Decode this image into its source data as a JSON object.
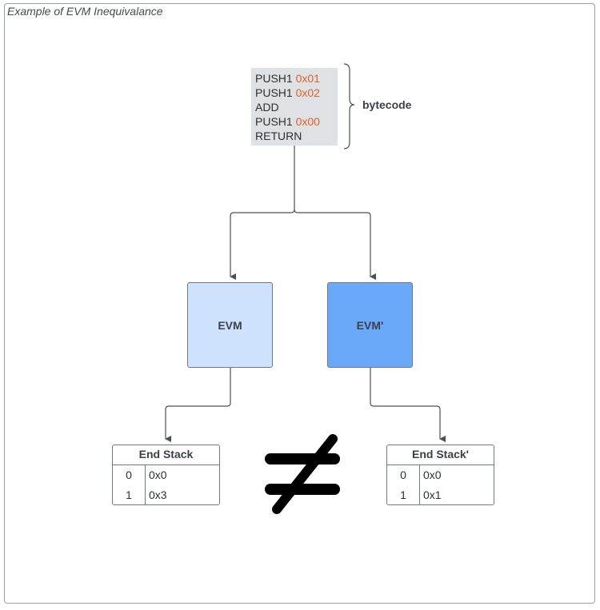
{
  "title": "Example of EVM Inequivalance",
  "bytecode": {
    "label": "bytecode",
    "lines": [
      {
        "op": "PUSH1",
        "arg": "0x01"
      },
      {
        "op": "PUSH1",
        "arg": "0x02"
      },
      {
        "op": "ADD",
        "arg": ""
      },
      {
        "op": "PUSH1",
        "arg": "0x00"
      },
      {
        "op": "RETURN",
        "arg": ""
      }
    ]
  },
  "evm_left": {
    "label": "EVM"
  },
  "evm_right": {
    "label": "EVM'"
  },
  "stack_left": {
    "title": "End Stack",
    "rows": [
      {
        "index": "0",
        "value": "0x0"
      },
      {
        "index": "1",
        "value": "0x3"
      }
    ]
  },
  "stack_right": {
    "title": "End Stack'",
    "rows": [
      {
        "index": "0",
        "value": "0x0"
      },
      {
        "index": "1",
        "value": "0x1"
      }
    ]
  },
  "colors": {
    "evm_left_fill": "#cfe2fd",
    "evm_right_fill": "#6aa8fa",
    "code_background": "#dfe1e5",
    "code_argument": "#d9622b",
    "not_equal_symbol": "#000000"
  },
  "symbol": "not-equal"
}
